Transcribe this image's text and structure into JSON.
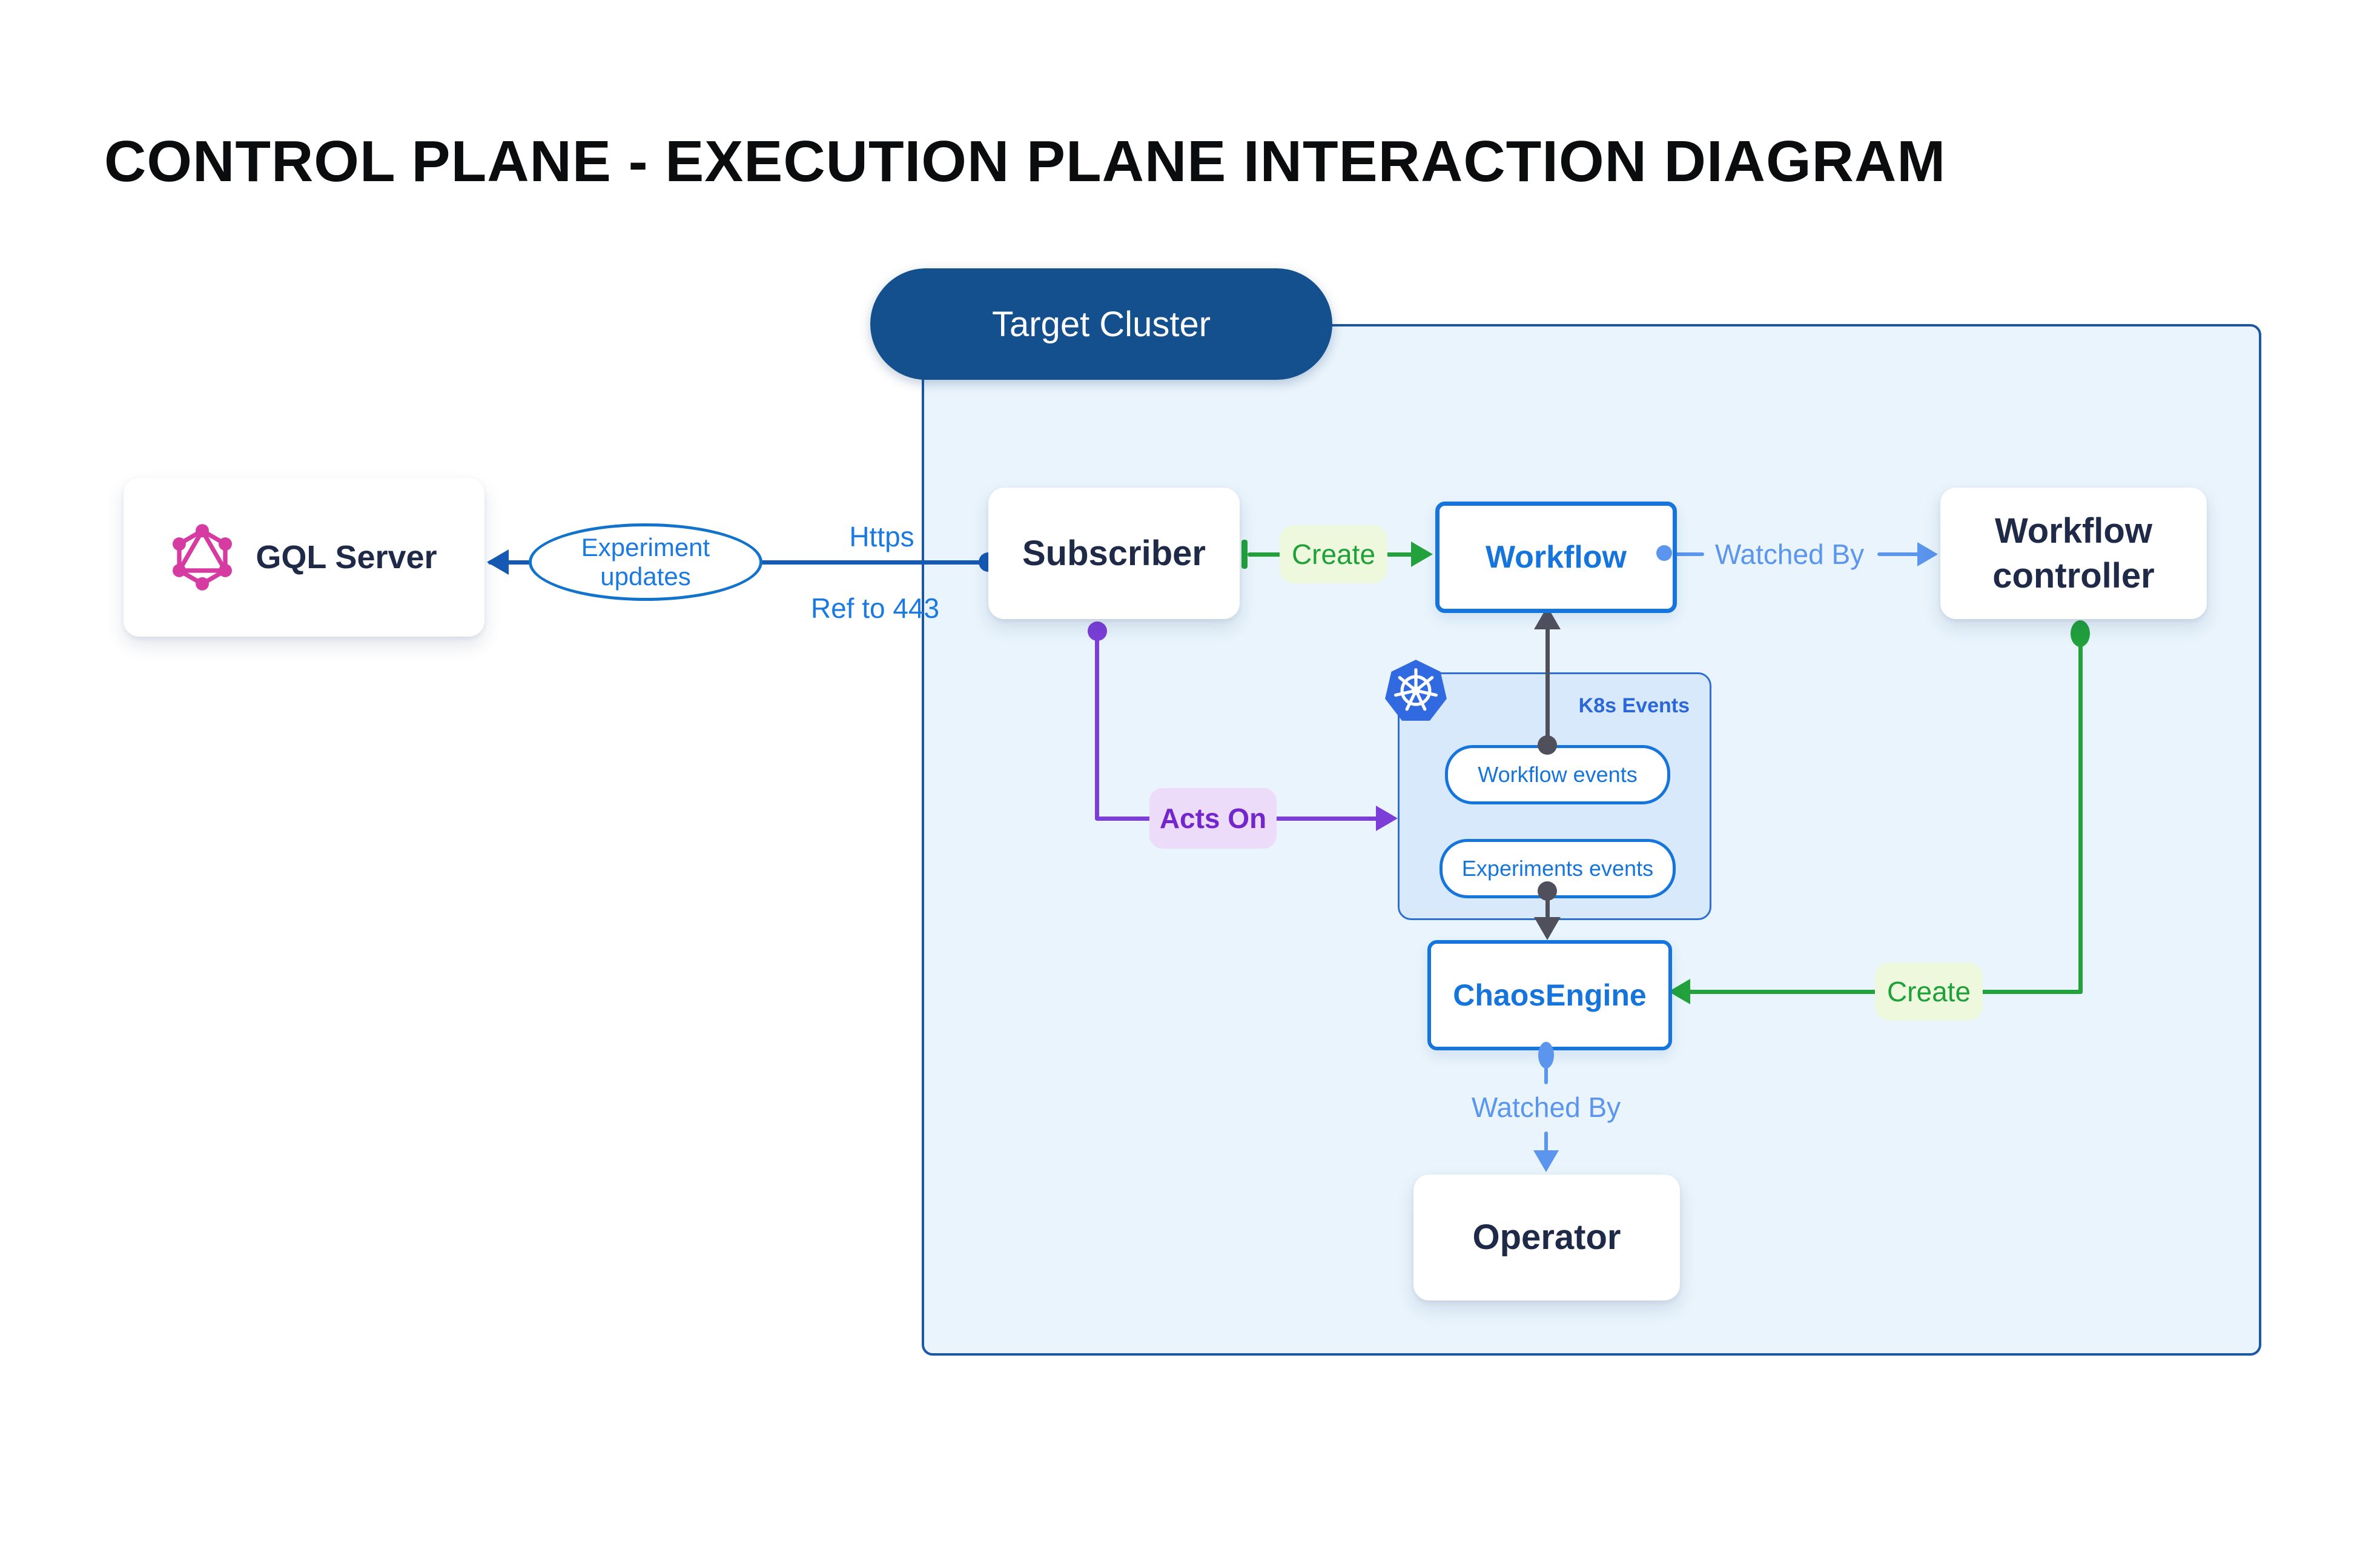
{
  "title": "CONTROL PLANE - EXECUTION PLANE INTERACTION DIAGRAM",
  "cluster": {
    "label": "Target Cluster"
  },
  "nodes": {
    "gql_server": {
      "label": "GQL Server",
      "icon": "graphql-icon"
    },
    "subscriber": {
      "label": "Subscriber"
    },
    "workflow": {
      "label": "Workflow"
    },
    "workflow_controller": {
      "label": "Workflow controller"
    },
    "chaos_engine": {
      "label": "ChaosEngine"
    },
    "operator": {
      "label": "Operator"
    },
    "k8s_events_group": {
      "label": "K8s Events",
      "icon": "kubernetes-icon",
      "items": [
        {
          "label": "Workflow events"
        },
        {
          "label": "Experiments events"
        }
      ]
    }
  },
  "edges": {
    "experiment_updates": {
      "label": "Experiment updates",
      "from": "Subscriber",
      "to": "GQL Server"
    },
    "https": {
      "label": "Https"
    },
    "ref_443": {
      "label": "Ref to 443"
    },
    "create_workflow": {
      "label": "Create",
      "from": "Subscriber",
      "to": "Workflow"
    },
    "watched_by_controller": {
      "label": "Watched By",
      "from": "Workflow",
      "to": "Workflow controller"
    },
    "acts_on": {
      "label": "Acts On",
      "from": "Subscriber",
      "to": "K8s Events"
    },
    "create_chaosengine": {
      "label": "Create",
      "from": "Workflow controller",
      "to": "ChaosEngine"
    },
    "watched_by_operator": {
      "label": "Watched By",
      "from": "ChaosEngine",
      "to": "Operator"
    }
  },
  "colors": {
    "cluster_fill": "#e9f4fc",
    "cluster_border": "#1c56a4",
    "target_pill_bg": "#15508e",
    "navy_text": "#1e2a47",
    "blue_box": "#1674dd",
    "bright_blue": "#1b7ae2",
    "link_blue": "#1659b3",
    "watched_blue": "#5b95ee",
    "green": "#22a13c",
    "green_label_bg": "#eef8dd",
    "purple": "#7c3ed8",
    "purple_label_bg": "#eddcf9",
    "gray_arrow": "#50505c",
    "k8s_box_fill": "#d7e9fb",
    "k8s_box_border": "#2f6fd3",
    "kubernetes_blue": "#3069e0",
    "graphql_pink": "#d53ba0"
  }
}
